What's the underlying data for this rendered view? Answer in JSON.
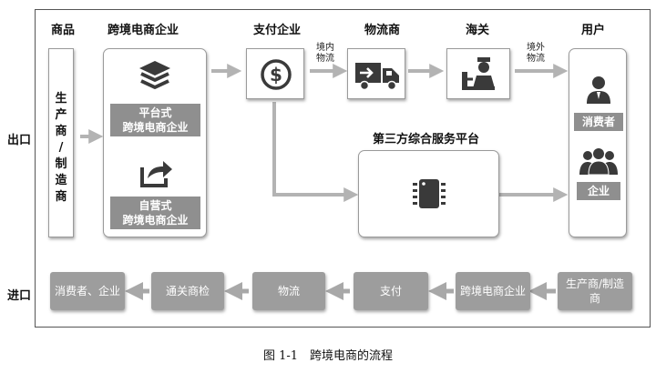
{
  "headers": {
    "goods": "商品",
    "ecommerce": "跨境电商企业",
    "payment": "支付企业",
    "logistics": "物流商",
    "customs": "海关",
    "user": "用户"
  },
  "rows": {
    "export": "出口",
    "import": "进口"
  },
  "producer_vertical": "生产商/制造商",
  "platform_ecommerce": "平台式\n跨境电商企业",
  "self_ecommerce": "自营式\n跨境电商企业",
  "domestic_logistics": "境内\n物流",
  "overseas_logistics": "境外\n物流",
  "third_party_platform": "第三方综合服务平台",
  "consumer": "消费者",
  "enterprise": "企业",
  "import_flow": [
    "消费者、企业",
    "通关商检",
    "物流",
    "支付",
    "跨境电商企业",
    "生产商/制造商"
  ],
  "caption": "图 1-1　跨境电商的流程",
  "icons": {
    "layers": "layers-icon",
    "share": "share-icon",
    "dollar": "dollar-coin-icon",
    "truck": "delivery-truck-icon",
    "customs_officer": "customs-officer-icon",
    "chip": "chip-icon",
    "person": "person-icon",
    "group": "group-icon"
  },
  "colors": {
    "arrow": "#b3b3b3",
    "label_fill": "#8f8f8f",
    "flow_fill": "#9d9d9d",
    "icon": "#3a3a3a"
  }
}
